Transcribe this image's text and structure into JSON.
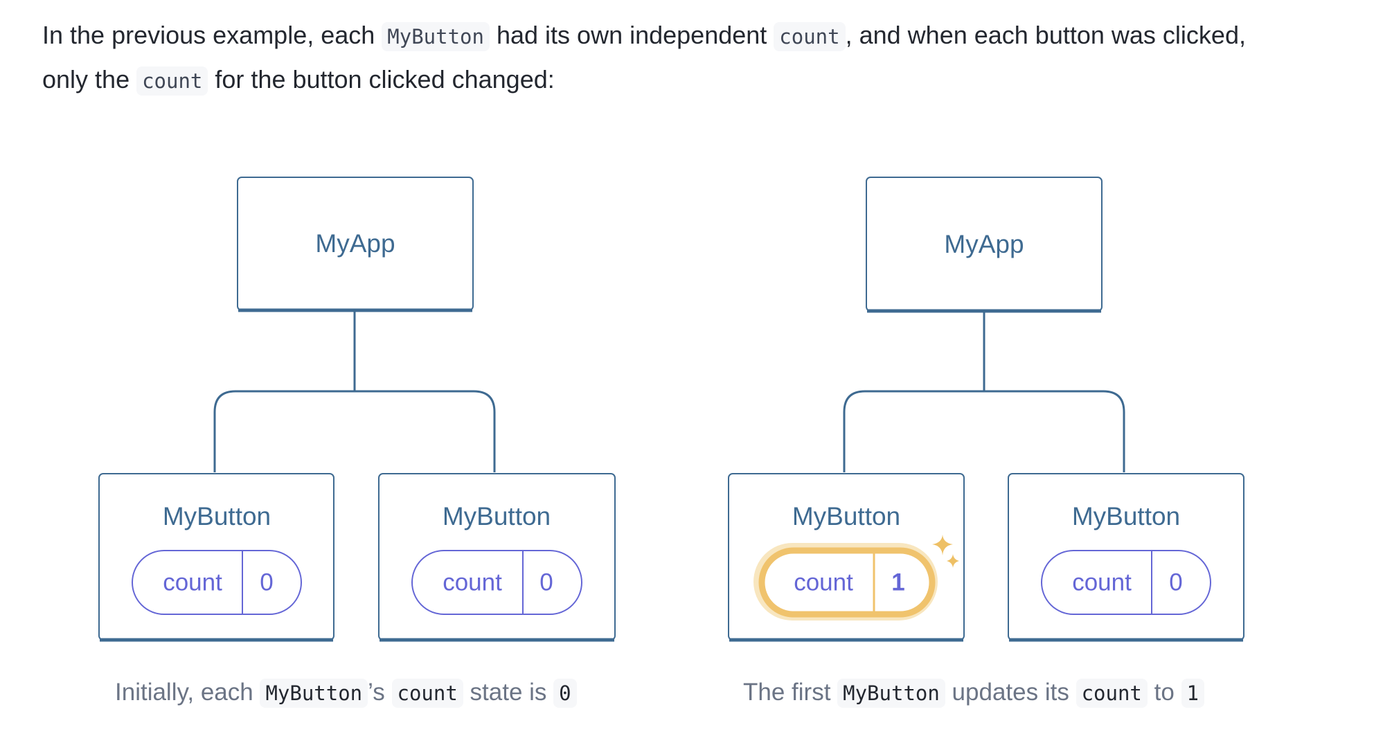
{
  "intro": {
    "line1": {
      "t1": "In the previous example, each ",
      "c1": "MyButton",
      "t2": " had its own independent ",
      "c2": "count",
      "t3": ", and when each button was clicked,"
    },
    "line2": {
      "t1": "only the ",
      "c1": "count",
      "t2": " for the button clicked changed:"
    }
  },
  "diagrams": [
    {
      "parent_label": "MyApp",
      "children": [
        {
          "label": "MyButton",
          "state_name": "count",
          "state_value": "0",
          "highlighted": false
        },
        {
          "label": "MyButton",
          "state_name": "count",
          "state_value": "0",
          "highlighted": false
        }
      ],
      "caption": {
        "t1": "Initially, each ",
        "c1": "MyButton",
        "t2": "’s ",
        "c2": "count",
        "t3": " state is ",
        "c3": "0"
      }
    },
    {
      "parent_label": "MyApp",
      "children": [
        {
          "label": "MyButton",
          "state_name": "count",
          "state_value": "1",
          "highlighted": true
        },
        {
          "label": "MyButton",
          "state_name": "count",
          "state_value": "0",
          "highlighted": false
        }
      ],
      "caption": {
        "t1": "The first ",
        "c1": "MyButton",
        "t2": " updates its ",
        "c2": "count",
        "t3": " to ",
        "c3": "1"
      }
    }
  ],
  "colors": {
    "box_border": "#3e6a91",
    "label_text": "#3e6a91",
    "pill_border": "#6466d6",
    "pill_text": "#6466d6",
    "highlight": "#f0c36d",
    "sparkle": "#eec065"
  }
}
